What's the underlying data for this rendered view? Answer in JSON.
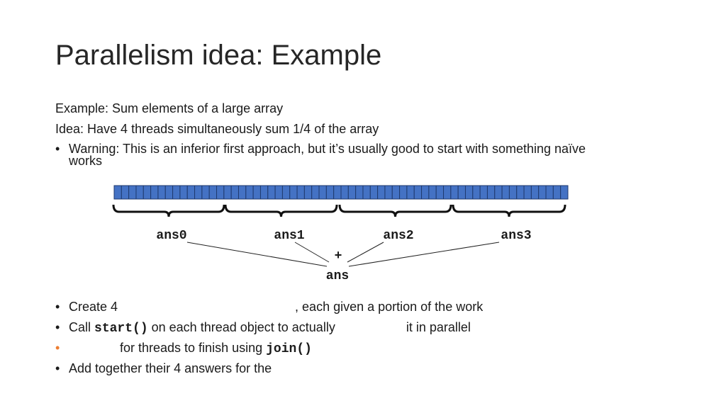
{
  "title": "Parallelism idea: Example",
  "lines": {
    "example": "Example: Sum elements of a large array",
    "idea": "Idea:  Have 4 threads simultaneously sum 1/4 of the array"
  },
  "warning": {
    "bullet": "•",
    "line1": "Warning: This is an inferior first approach, but it’s usually good to start with something naïve",
    "line2": "works"
  },
  "diagram": {
    "cell_count": 62,
    "cell_color": "#4472c4",
    "partial_labels": [
      "ans0",
      "ans1",
      "ans2",
      "ans3"
    ],
    "plus": "+",
    "result_label": "ans"
  },
  "bullets": {
    "b1": {
      "bullet": "•",
      "pre": "Create 4",
      "post": ", each given a portion of the work"
    },
    "b2": {
      "bullet": "•",
      "pre": "Call ",
      "code": "start()",
      "mid": " on each thread object to actually",
      "post": "it in parallel"
    },
    "b3": {
      "bullet": "•",
      "bullet_color": "#ed7d31",
      "text": "for threads to finish using ",
      "code": "join()"
    },
    "b4": {
      "bullet": "•",
      "text": "Add together their 4 answers for the"
    }
  }
}
